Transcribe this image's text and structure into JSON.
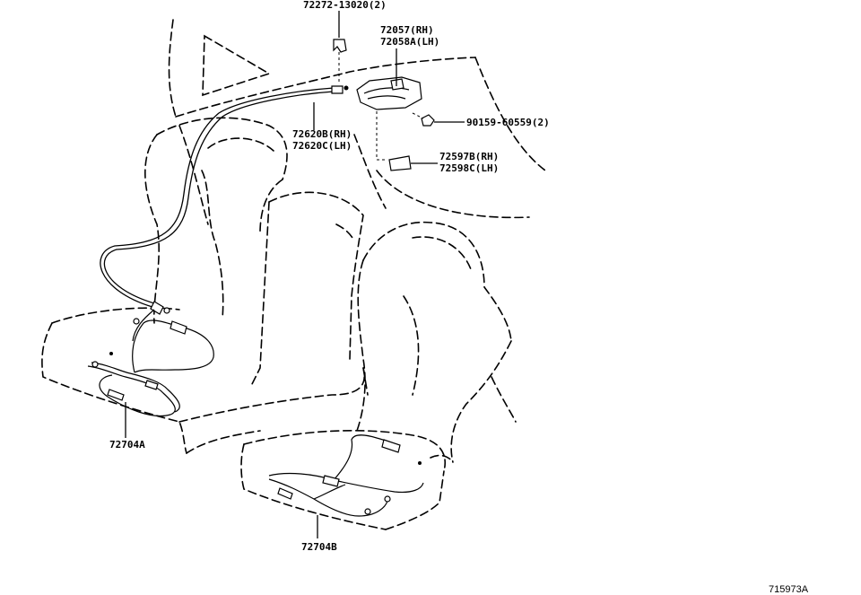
{
  "callouts": {
    "clip": "72272-13020(2)",
    "handle_rh": "72057(RH)",
    "handle_lh": "72058A(LH)",
    "bolt": "90159-60559(2)",
    "cable_rh": "72620B(RH)",
    "cable_lh": "72620C(LH)",
    "cover_rh": "72597B(RH)",
    "cover_lh": "72598C(LH)",
    "harness_a": "72704A",
    "harness_b": "72704B"
  },
  "catalog_number": "715973A"
}
